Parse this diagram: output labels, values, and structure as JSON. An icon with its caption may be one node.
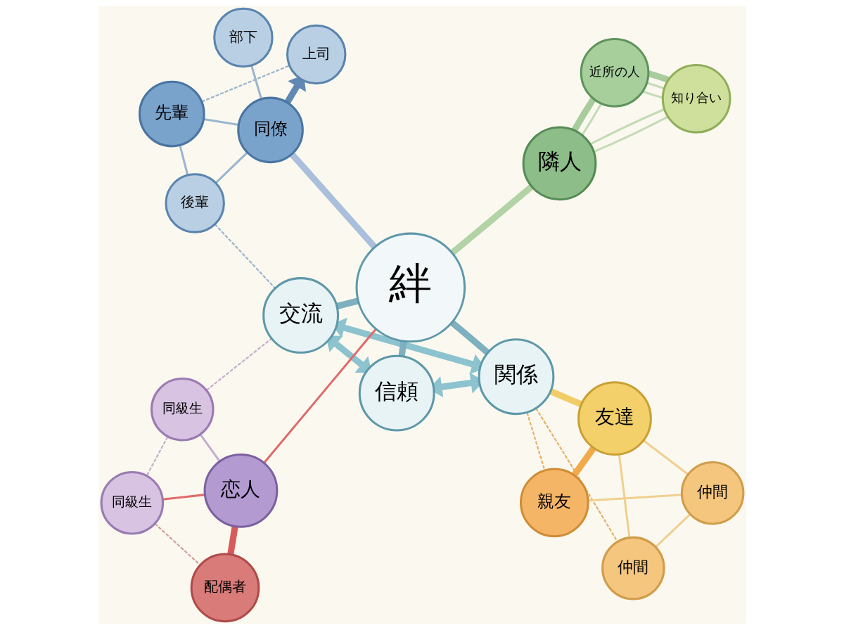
{
  "diagram": {
    "nodes": [
      {
        "text": [
          "上司"
        ]
      },
      {
        "text": [
          "先輩"
        ]
      },
      {
        "text": [
          "近所の人"
        ]
      },
      {
        "text": [
          "同僚"
        ]
      },
      {
        "text": [
          "隣人"
        ]
      },
      {
        "text": [
          "後輩"
        ]
      },
      {
        "text": [
          "部下"
        ]
      },
      {
        "text": [
          "知り合い"
        ]
      },
      {
        "text": [
          "交流"
        ]
      },
      {
        "text": [
          "絆"
        ]
      },
      {
        "text": [
          "関係"
        ]
      },
      {
        "text": [
          "同級生"
        ]
      },
      {
        "text": [
          "親友"
        ]
      },
      {
        "text": [
          "恋人"
        ]
      },
      {
        "text": [
          "信頼"
        ]
      },
      {
        "text": [
          "友達"
        ]
      },
      {
        "text": [
          "同級生"
        ]
      },
      {
        "text": [
          "配偶者"
        ]
      },
      {
        "text": [
          "仲間"
        ]
      },
      {
        "text": [
          "仲間"
        ]
      }
    ],
    "edges": [
      {
        "from": 1,
        "to": 0,
        "arrow": "none",
        "style": "dashed",
        "color": "#9bb5cf"
      },
      {
        "from": 3,
        "to": 0,
        "arrow": "to",
        "style": "thick",
        "color": "#5f88b3"
      },
      {
        "from": 1,
        "to": 3,
        "arrow": "none",
        "color": "#9bb5cf"
      },
      {
        "from": 1,
        "to": 5,
        "arrow": "none",
        "color": "#9bb5cf"
      },
      {
        "from": 5,
        "to": 3,
        "arrow": "none",
        "color": "#9bb5cf"
      },
      {
        "from": 3,
        "to": 6,
        "arrow": "none",
        "color": "#9bb5cf"
      },
      {
        "from": 5,
        "to": 8,
        "arrow": "none",
        "style": "dashed",
        "color": "#9bb5cf"
      },
      {
        "from": 3,
        "to": 9,
        "arrow": "none",
        "style": "thick",
        "color": "#a9bfdc"
      },
      {
        "from": 4,
        "to": 2,
        "arrow": "none",
        "style": "thick",
        "color": "#a9cc9c"
      },
      {
        "from": 2,
        "to": 7,
        "arrow": "none",
        "style": "thick",
        "color": "#a9cc9c"
      },
      {
        "from": 4,
        "to": 7,
        "arrow": "none",
        "color": "#c5dbb8"
      },
      {
        "from": 4,
        "to": 2,
        "arrow": "none",
        "color": "#c5dbb8"
      },
      {
        "from": 4,
        "to": 7,
        "arrow": "none",
        "color": "#c5dbb8"
      },
      {
        "from": 2,
        "to": 7,
        "arrow": "none",
        "color": "#c5dbb8"
      },
      {
        "from": 2,
        "to": 7,
        "arrow": "none",
        "color": "#c5dbb8"
      },
      {
        "from": 4,
        "to": 9,
        "arrow": "none",
        "style": "thick",
        "color": "#b3d3a6"
      },
      {
        "from": 9,
        "to": 8,
        "arrow": "none",
        "style": "thick",
        "color": "#7fb0bf"
      },
      {
        "from": 9,
        "to": 10,
        "arrow": "none",
        "style": "thick",
        "color": "#7fb0bf"
      },
      {
        "from": 9,
        "to": 14,
        "arrow": "none",
        "style": "thick",
        "color": "#7fb0bf"
      },
      {
        "from": 8,
        "to": 10,
        "arrow": "both",
        "style": "thick",
        "color": "#8cc3cf"
      },
      {
        "from": 8,
        "to": 14,
        "arrow": "both",
        "style": "thick",
        "color": "#8cc3cf"
      },
      {
        "from": 10,
        "to": 14,
        "arrow": "both",
        "style": "thick",
        "color": "#8cc3cf"
      },
      {
        "from": 11,
        "to": 8,
        "arrow": "none",
        "style": "dashed",
        "color": "#c4aed0"
      },
      {
        "from": 11,
        "to": 13,
        "arrow": "none",
        "color": "#c4aed0"
      },
      {
        "from": 11,
        "to": 16,
        "arrow": "none",
        "style": "dashed",
        "color": "#c4aed0"
      },
      {
        "from": 13,
        "to": 9,
        "arrow": "none",
        "color": "#e06a6a"
      },
      {
        "from": 13,
        "to": 16,
        "arrow": "none",
        "color": "#e06a6a"
      },
      {
        "from": 13,
        "to": 17,
        "arrow": "none",
        "style": "thick",
        "color": "#d85a5a"
      },
      {
        "from": 16,
        "to": 17,
        "arrow": "none",
        "style": "dashed",
        "color": "#d3a0a0"
      },
      {
        "from": 10,
        "to": 12,
        "arrow": "none",
        "style": "dashed",
        "color": "#e3b36c"
      },
      {
        "from": 10,
        "to": 15,
        "arrow": "none",
        "style": "thick",
        "color": "#f2cc66"
      },
      {
        "from": 10,
        "to": 18,
        "arrow": "none",
        "style": "dashed",
        "color": "#e3b36c"
      },
      {
        "from": 15,
        "to": 12,
        "arrow": "none",
        "style": "thick",
        "color": "#f1a94a"
      },
      {
        "from": 15,
        "to": 18,
        "arrow": "none",
        "color": "#f0cf90"
      },
      {
        "from": 15,
        "to": 19,
        "arrow": "none",
        "color": "#f0cf90"
      },
      {
        "from": 12,
        "to": 19,
        "arrow": "none",
        "color": "#f0cf90"
      },
      {
        "from": 18,
        "to": 19,
        "arrow": "none",
        "color": "#f0cf90"
      }
    ]
  }
}
